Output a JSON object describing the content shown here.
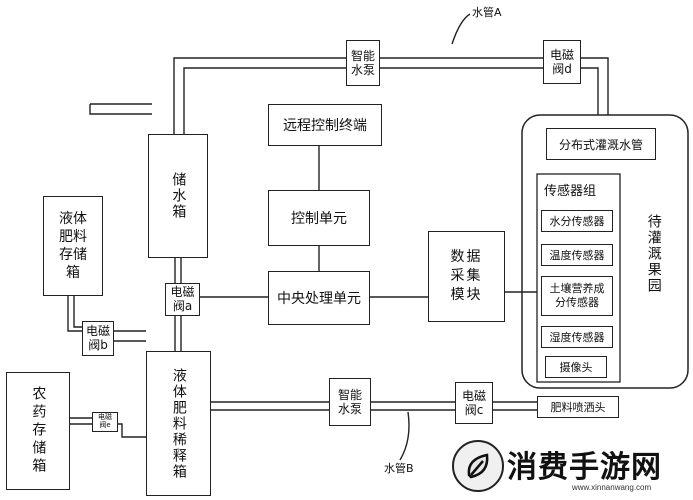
{
  "pipes": {
    "water_pipe_a": "水管A",
    "water_pipe_b": "水管B"
  },
  "components": {
    "water_tank": "储水箱",
    "smart_pump_top": "智能水泵",
    "valve_d": "电磁阀d",
    "remote_terminal": "远程控制终端",
    "control_unit": "控制单元",
    "central_unit": "中央处理单元",
    "data_module": "数据采集模块",
    "valve_a": "电磁阀a",
    "liquid_fert_store": "液体肥料存储箱",
    "valve_b": "电磁阀b",
    "pesticide_store": "农药存储箱",
    "valve_e": "电磁阀e",
    "dilution_tank": "液体肥料稀释箱",
    "smart_pump_bottom": "智能水泵",
    "valve_c": "电磁阀c",
    "sprayer": "肥料喷洒头"
  },
  "orchard": {
    "label": "待灌溉果园",
    "distributed_pipe": "分布式灌溉水管",
    "sensor_group_title": "传感器组",
    "sensors": [
      "水分传感器",
      "温度传感器",
      "土壤营养成分传感器",
      "湿度传感器"
    ],
    "camera": "摄像头"
  },
  "watermark": {
    "title": "消费手游网",
    "url": "www.xinnanwang.com"
  },
  "colors": {
    "line": "#222222",
    "background": "#ffffff"
  }
}
